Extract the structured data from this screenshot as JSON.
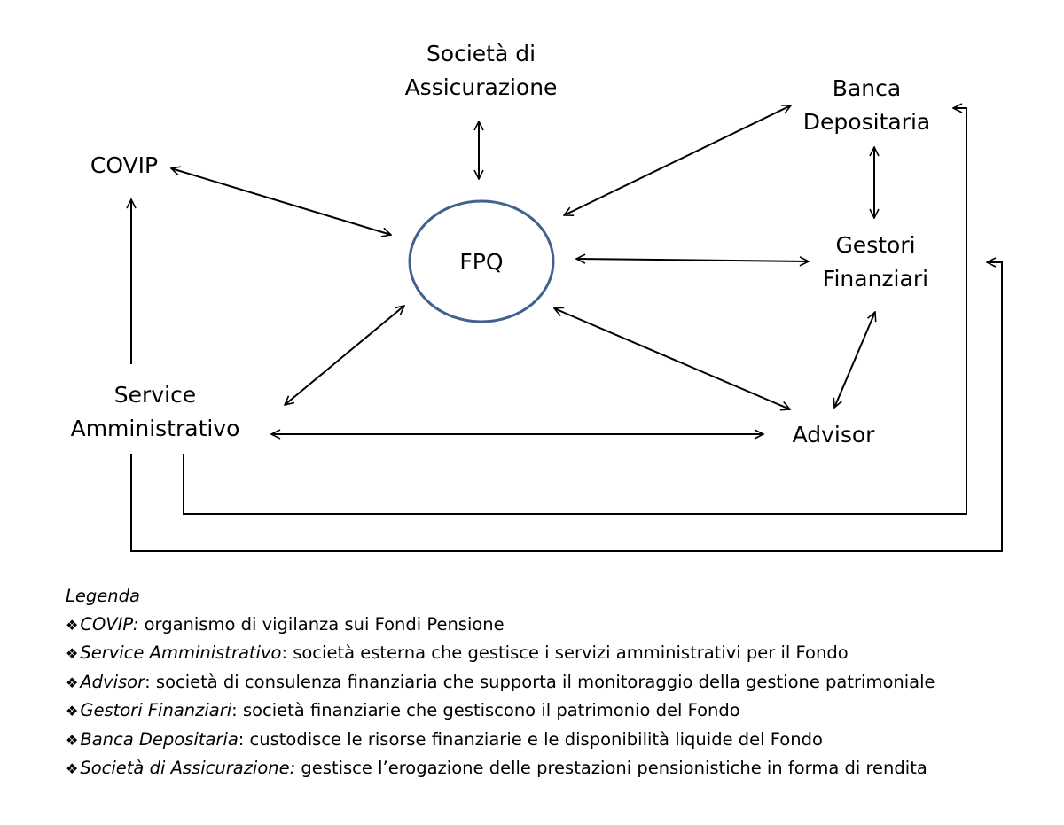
{
  "nodes": {
    "center": "FPQ",
    "assicurazione": [
      "Società di",
      "Assicurazione"
    ],
    "covip": [
      "COVIP"
    ],
    "banca": [
      "Banca",
      "Depositaria"
    ],
    "gestori": [
      "Gestori",
      "Finanziari"
    ],
    "service": [
      "Service",
      "Amministrativo"
    ],
    "advisor": [
      "Advisor"
    ]
  },
  "colors": {
    "ellipse_stroke": "#41618f",
    "line": "#000000"
  },
  "legend": {
    "title": "Legenda",
    "bullet_icon": "diamond-bullet-icon",
    "items": [
      {
        "term": "COVIP:",
        "text": " organismo di vigilanza sui Fondi Pensione"
      },
      {
        "term": "Service Amministrativo",
        "text": ": società esterna che gestisce i servizi amministrativi per il Fondo"
      },
      {
        "term": "Advisor",
        "text": ":  società di consulenza finanziaria che supporta il monitoraggio della gestione patrimoniale"
      },
      {
        "term": "Gestori Finanziari",
        "text": ": società finanziarie che gestiscono il patrimonio del Fondo"
      },
      {
        "term": "Banca Depositaria",
        "text": ": custodisce le risorse finanziarie  e le disponibilità liquide del Fondo"
      },
      {
        "term": "Società di Assicurazione:",
        "text": "  gestisce l’erogazione delle prestazioni pensionistiche in forma di rendita"
      }
    ]
  }
}
